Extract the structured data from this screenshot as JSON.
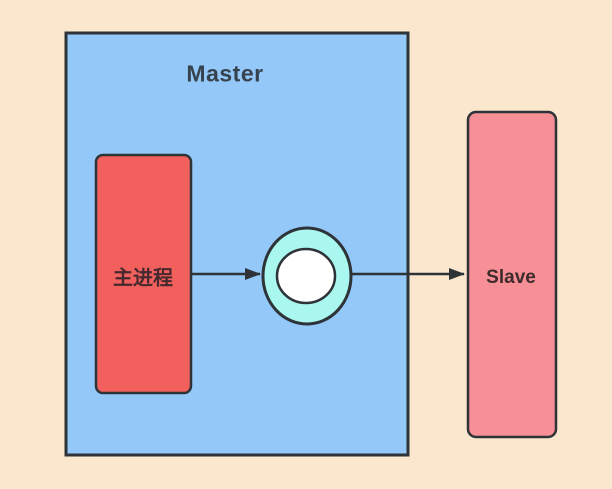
{
  "palette": {
    "background": "#FBE7CE",
    "outline": "#2E3338",
    "arrow": "#2E3338"
  },
  "nodes": {
    "master": {
      "label": "Master",
      "fill": "#94C8F8",
      "label_color": "#36424D"
    },
    "main_process": {
      "label": "主进程",
      "fill": "#F2605D",
      "label_color": "#45292F"
    },
    "connector": {
      "ring_fill": "#A9F7EE",
      "core_fill": "#FFFFFF"
    },
    "slave": {
      "label": "Slave",
      "fill": "#F69096",
      "label_color": "#3F2A2C"
    }
  }
}
